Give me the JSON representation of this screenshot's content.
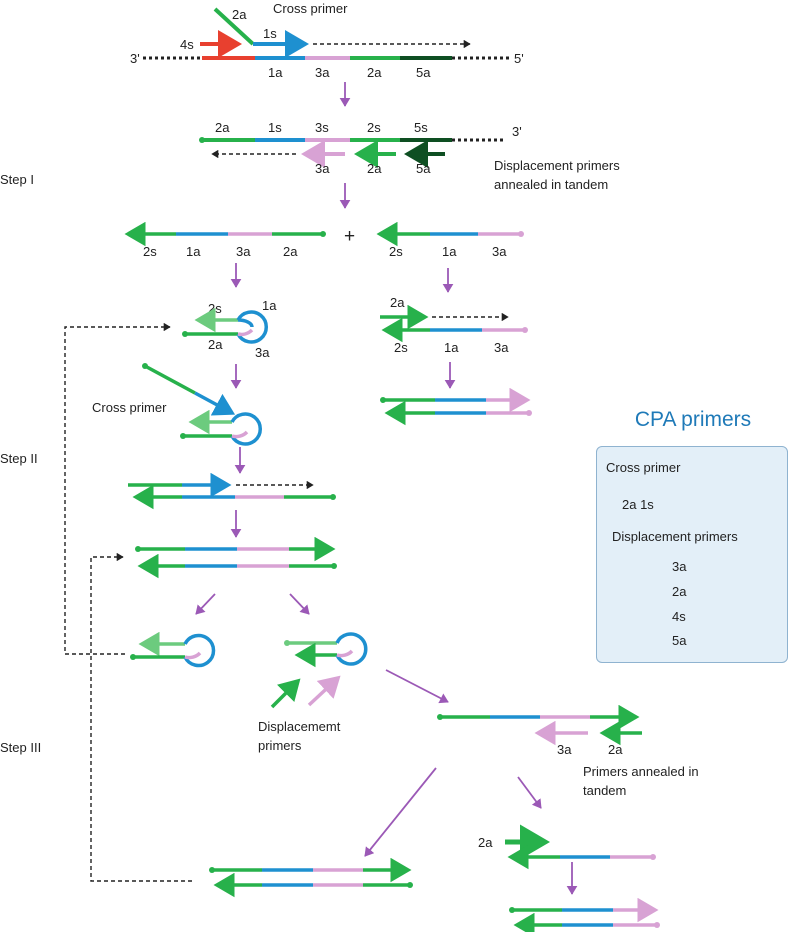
{
  "labels": {
    "cross_primer_top": "Cross primer",
    "three_prime": "3'",
    "five_prime": "5'",
    "s4": "4s",
    "s1": "1s",
    "a1": "1a",
    "a2": "2a",
    "a3": "3a",
    "a5": "5a",
    "s2": "2s",
    "s3": "3s",
    "s5": "5s",
    "plus": "+",
    "displacement_tandem_1": "Displacement  primers",
    "displacement_tandem_2": "annealed in tandem",
    "step1": "Step I",
    "step2": "Step II",
    "step3": "Step III",
    "cross_primer_mid": "Cross primer",
    "displacemet_primers_1": "Displacememt",
    "displacemet_primers_2": "primers",
    "primers_tandem_1": "Primers annealed in",
    "primers_tandem_2": "tandem"
  },
  "legend": {
    "title": "CPA primers",
    "cross_primer_heading": "Cross  primer",
    "cross_primer_label": "2a 1s",
    "displacement_heading": "Displacement  primers",
    "items": [
      "3a",
      "2a",
      "4s",
      "5a"
    ]
  },
  "colors": {
    "green": "#27b14b",
    "light_green": "#6ccb7e",
    "blue": "#1e90d0",
    "pink": "#d8a2d4",
    "red": "#e8402f",
    "dark_green": "#0e4f22",
    "purple_arrow": "#9b59b6",
    "black": "#222222"
  }
}
